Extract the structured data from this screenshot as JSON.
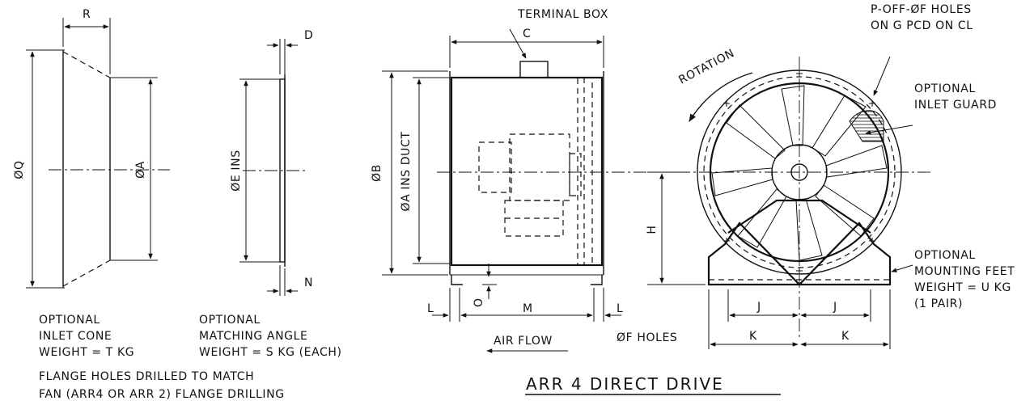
{
  "labels": {
    "R": "R",
    "D": "D",
    "C": "C",
    "N": "N",
    "L": "L",
    "M": "M",
    "O": "O",
    "J": "J",
    "K": "K",
    "H": "H",
    "dia_Q": "ØQ",
    "dia_A": "ØA",
    "dia_E_ins": "ØE INS",
    "dia_B": "ØB",
    "dia_A_ins_duct": "ØA INS DUCT",
    "terminal_box": "TERMINAL BOX",
    "holes_line1": "P-OFF-ØF HOLES",
    "holes_line2": "ON G PCD ON CL",
    "rotation": "ROTATION",
    "guard_line1": "OPTIONAL",
    "guard_line2": "INLET GUARD",
    "feet_line1": "OPTIONAL",
    "feet_line2": "MOUNTING FEET",
    "feet_line3": "WEIGHT = U KG",
    "feet_line4": "(1 PAIR)",
    "cone_line1": "OPTIONAL",
    "cone_line2": "INLET CONE",
    "cone_line3": "WEIGHT = T KG",
    "angle_line1": "OPTIONAL",
    "angle_line2": "MATCHING ANGLE",
    "angle_line3": "WEIGHT = S KG (EACH)",
    "flange_line1": "FLANGE HOLES DRILLED TO MATCH",
    "flange_line2": "FAN (ARR4 OR ARR 2) FLANGE DRILLING",
    "air_flow": "AIR FLOW",
    "f_holes": "ØF HOLES",
    "title": "ARR 4 DIRECT DRIVE"
  }
}
